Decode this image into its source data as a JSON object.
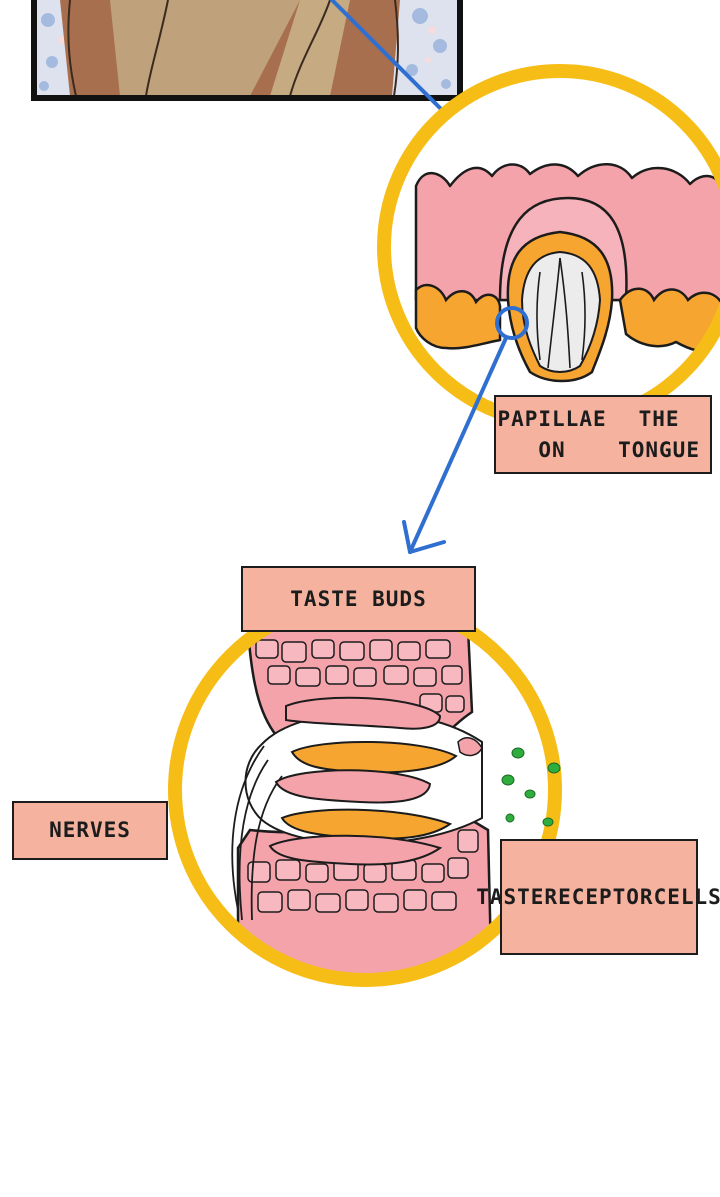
{
  "labels": {
    "papillae": [
      "PAPILLAE ON",
      "THE TONGUE"
    ],
    "taste_buds": "TASTE BUDS",
    "nerves": "NERVES",
    "receptor_cells": [
      "TASTE",
      "RECEPTOR",
      "CELLS"
    ]
  },
  "colors": {
    "ring": "#f7bd17",
    "arrow": "#2f6fd0",
    "label_fill": "#f4b29f",
    "tissue_pink": "#f5a3ab",
    "tissue_orange": "#f7a531",
    "molecule_green": "#2fae3d"
  }
}
